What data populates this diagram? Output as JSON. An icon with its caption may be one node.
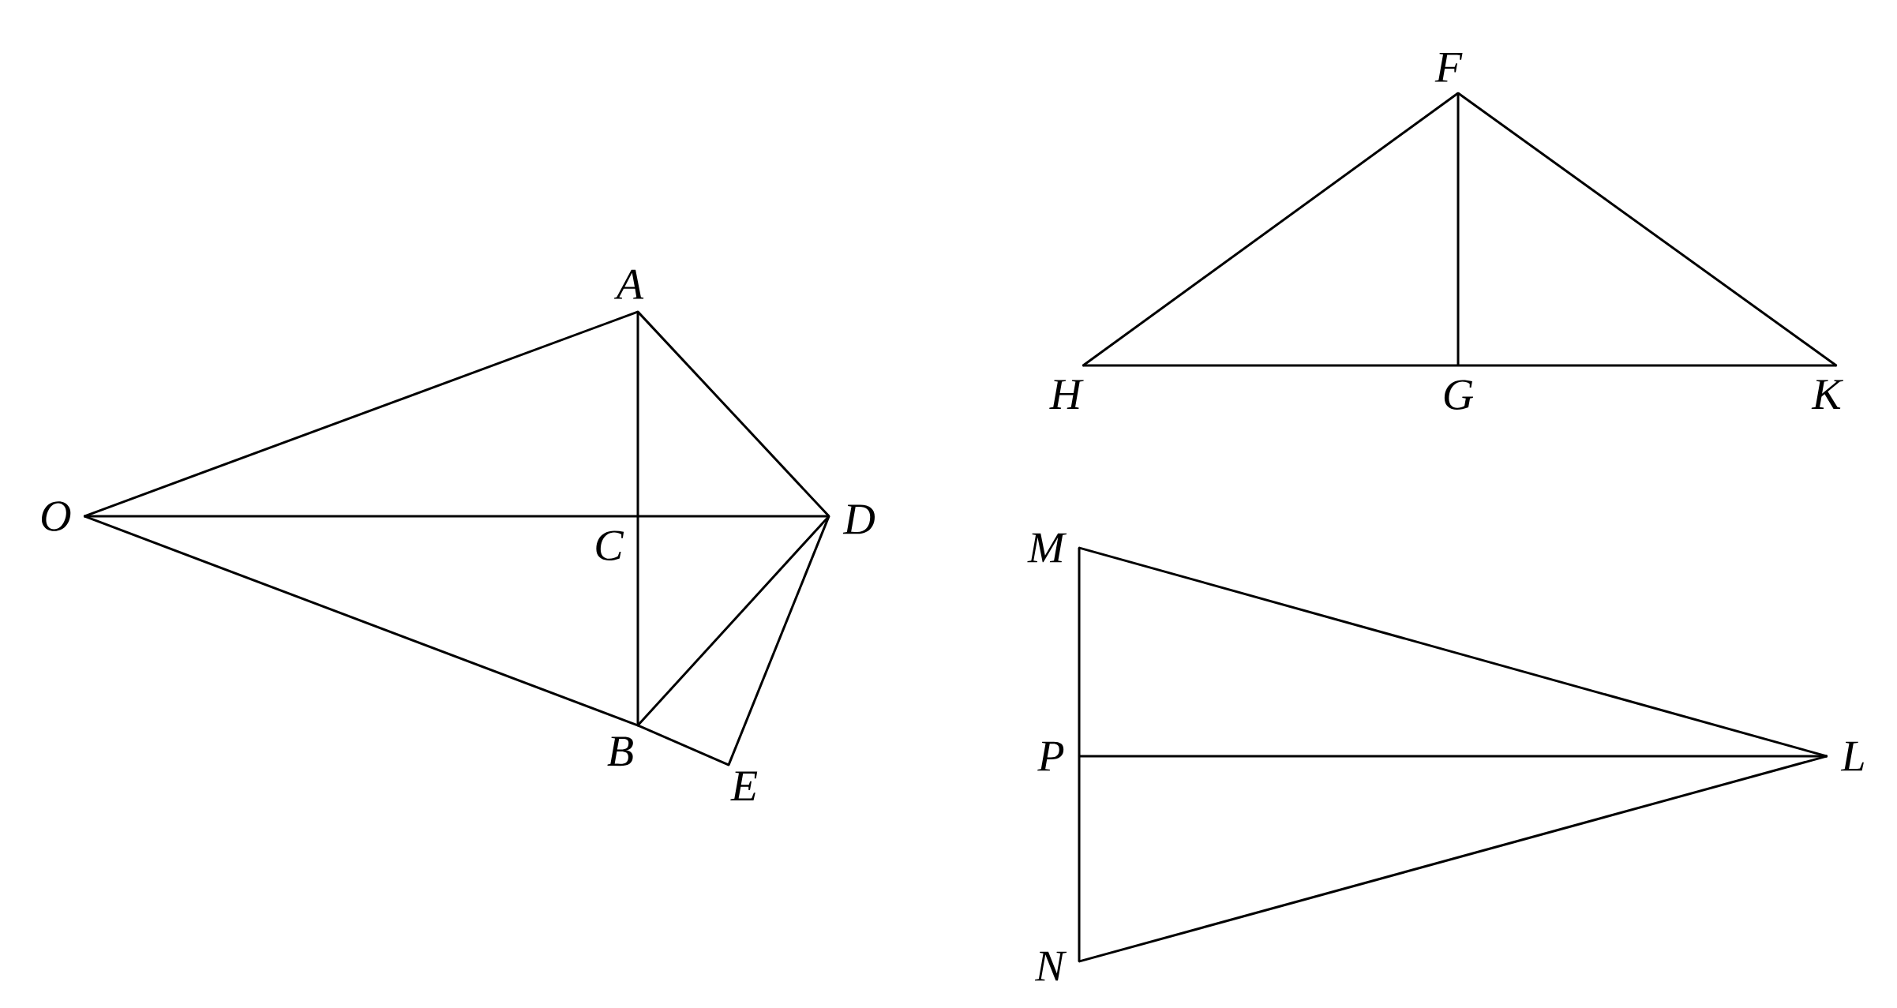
{
  "diagram": {
    "nodes": [
      {
        "text": [
          "O"
        ]
      },
      {
        "text": [
          "A"
        ]
      },
      {
        "text": [
          "C"
        ]
      },
      {
        "text": [
          "D"
        ]
      },
      {
        "text": [
          "B"
        ]
      },
      {
        "text": [
          "E"
        ]
      },
      {
        "text": [
          "F"
        ]
      },
      {
        "text": [
          "H"
        ]
      },
      {
        "text": [
          "G"
        ]
      },
      {
        "text": [
          "K"
        ]
      },
      {
        "text": [
          "M"
        ]
      },
      {
        "text": [
          "P"
        ]
      },
      {
        "text": [
          "L"
        ]
      },
      {
        "text": [
          "N"
        ]
      }
    ],
    "edges": [
      {
        "from": 0,
        "to": 1,
        "arrow": "none"
      },
      {
        "from": 1,
        "to": 3,
        "arrow": "none"
      },
      {
        "from": 0,
        "to": 4,
        "arrow": "none"
      },
      {
        "from": 1,
        "to": 4,
        "arrow": "none"
      },
      {
        "from": 0,
        "to": 3,
        "arrow": "none"
      },
      {
        "from": 4,
        "to": 3,
        "arrow": "none"
      },
      {
        "from": 3,
        "to": 5,
        "arrow": "none"
      },
      {
        "from": 4,
        "to": 5,
        "arrow": "none"
      },
      {
        "from": 6,
        "to": 7,
        "arrow": "none"
      },
      {
        "from": 6,
        "to": 9,
        "arrow": "none"
      },
      {
        "from": 6,
        "to": 8,
        "arrow": "none"
      },
      {
        "from": 7,
        "to": 9,
        "arrow": "none"
      },
      {
        "from": 10,
        "to": 12,
        "arrow": "none"
      },
      {
        "from": 13,
        "to": 12,
        "arrow": "none"
      },
      {
        "from": 11,
        "to": 12,
        "arrow": "none"
      },
      {
        "from": 10,
        "to": 13,
        "arrow": "none"
      }
    ]
  }
}
